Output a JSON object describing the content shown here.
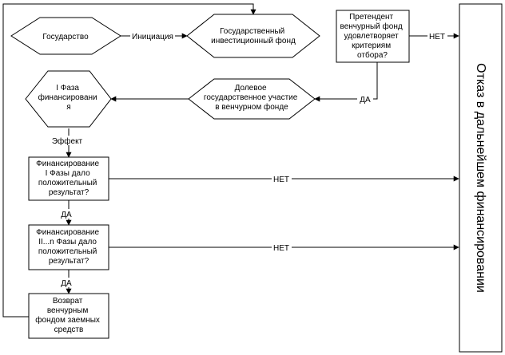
{
  "nodes": {
    "state": "Государство",
    "state_fund": [
      "Государственный",
      "инвестиционный фонд"
    ],
    "criteria": [
      "Претендент",
      "венчурный фонд",
      "удовлетворяет",
      "критериям",
      "отбора?"
    ],
    "participation": [
      "Долевое",
      "государственное участие",
      "в венчурном фонде"
    ],
    "phase1": [
      "I Фаза",
      "финансировани",
      "я"
    ],
    "result1": [
      "Финансирование",
      "I Фазы дало",
      "положительный",
      "результат?"
    ],
    "result2": [
      "Финансирование",
      "II...n Фазы дало",
      "положительный",
      "результат?"
    ],
    "return": [
      "Возврат",
      "венчурным",
      "фондом заемных",
      "средств"
    ],
    "refusal": "Отказ в дальнейшем финансировании"
  },
  "edges": {
    "initiation": "Инициация",
    "effect": "Эффект",
    "no_criteria": "НЕТ",
    "yes_criteria": "ДА",
    "no_result1": "НЕТ",
    "yes_result1": "ДА",
    "no_result2": "НЕТ",
    "yes_result2": "ДА"
  }
}
